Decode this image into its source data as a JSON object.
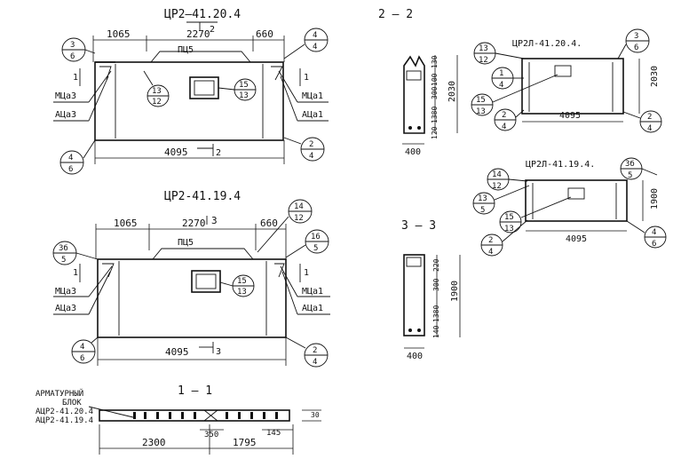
{
  "views": {
    "top_left": {
      "title": "ЦР2—41.20.4",
      "section_marker": "2",
      "dims_top": [
        "1065",
        "2270",
        "660"
      ],
      "opening": "ПЦ5",
      "length": "4095",
      "length_marker": "2",
      "left_marks": [
        "МЦа3",
        "АЦа3"
      ],
      "right_marks": [
        "МЦа1",
        "АЦа1"
      ],
      "bubbles": {
        "tl": [
          "3",
          "6"
        ],
        "tr": [
          "4",
          "4"
        ],
        "bl": [
          "4",
          "6"
        ],
        "br": [
          "2",
          "4"
        ],
        "center": [
          "13",
          "12"
        ],
        "window": [
          "15",
          "13"
        ]
      }
    },
    "bottom_left": {
      "title": "ЦР2-41.19.4",
      "section_marker": "3",
      "dims_top": [
        "1065",
        "2270",
        "660"
      ],
      "opening": "ПЦ5",
      "length": "4095",
      "length_marker": "3",
      "left_marks": [
        "МЦа3",
        "АЦа3"
      ],
      "right_marks": [
        "МЦа1",
        "АЦа1"
      ],
      "bubbles": {
        "tl": [
          "3б",
          "5"
        ],
        "tr_top": [
          "14",
          "12"
        ],
        "tr": [
          "16",
          "5"
        ],
        "bl": [
          "4",
          "6"
        ],
        "br": [
          "2",
          "4"
        ],
        "window": [
          "15",
          "13"
        ]
      }
    },
    "section_1_1": {
      "title": "1 — 1",
      "label_lines": [
        "АРМАТУРНЫЙ",
        "БЛОК",
        "АЦР2-41.20.4",
        "АЦР2-41.19.4"
      ],
      "dims": [
        "2300",
        "1795",
        "350",
        "145",
        "30"
      ]
    },
    "section_2_2": {
      "title": "2 — 2",
      "width": "400",
      "heights": [
        "130",
        "100",
        "300",
        "1380",
        "120",
        "2030"
      ],
      "element_label": "ЦР2Л-41.20.4.",
      "length": "4095",
      "height_right": "2030",
      "bubbles": {
        "top_left": [
          "13",
          "12"
        ],
        "top_right": [
          "3",
          "6"
        ],
        "mid": [
          "1",
          "4"
        ],
        "window": [
          "15",
          "13"
        ],
        "bl": [
          "2",
          "4"
        ],
        "br": [
          "2",
          "4"
        ]
      }
    },
    "section_3_3": {
      "title": "3 — 3",
      "width": "400",
      "heights": [
        "220",
        "300",
        "1380",
        "140",
        "1900"
      ],
      "element_label": "ЦР2Л-41.19.4.",
      "length": "4095",
      "height_right": "1900",
      "bubbles": {
        "top_left": [
          "14",
          "12"
        ],
        "top_right": [
          "3б",
          "5"
        ],
        "mid": [
          "13",
          "5"
        ],
        "window": [
          "15",
          "13"
        ],
        "bl": [
          "2",
          "4"
        ],
        "br": [
          "4",
          "6"
        ]
      }
    }
  }
}
